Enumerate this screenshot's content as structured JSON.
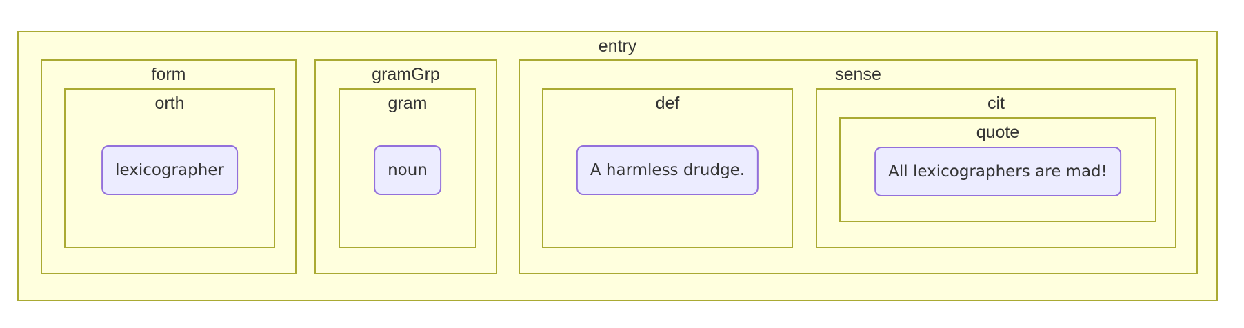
{
  "colors": {
    "canvas_background": "#ffffff",
    "cluster_fill": "#ffffde",
    "cluster_border": "#aaaa33",
    "node_fill": "#ececff",
    "node_border": "#9370db",
    "text": "#333333"
  },
  "tree": {
    "label": "entry",
    "form": {
      "label": "form",
      "orth": {
        "label": "orth",
        "value": "lexicographer"
      }
    },
    "gramGrp": {
      "label": "gramGrp",
      "gram": {
        "label": "gram",
        "value": "noun"
      }
    },
    "sense": {
      "label": "sense",
      "def": {
        "label": "def",
        "value": "A harmless drudge."
      },
      "cit": {
        "label": "cit",
        "quote": {
          "label": "quote",
          "value": "All lexicographers are mad!"
        }
      }
    }
  }
}
